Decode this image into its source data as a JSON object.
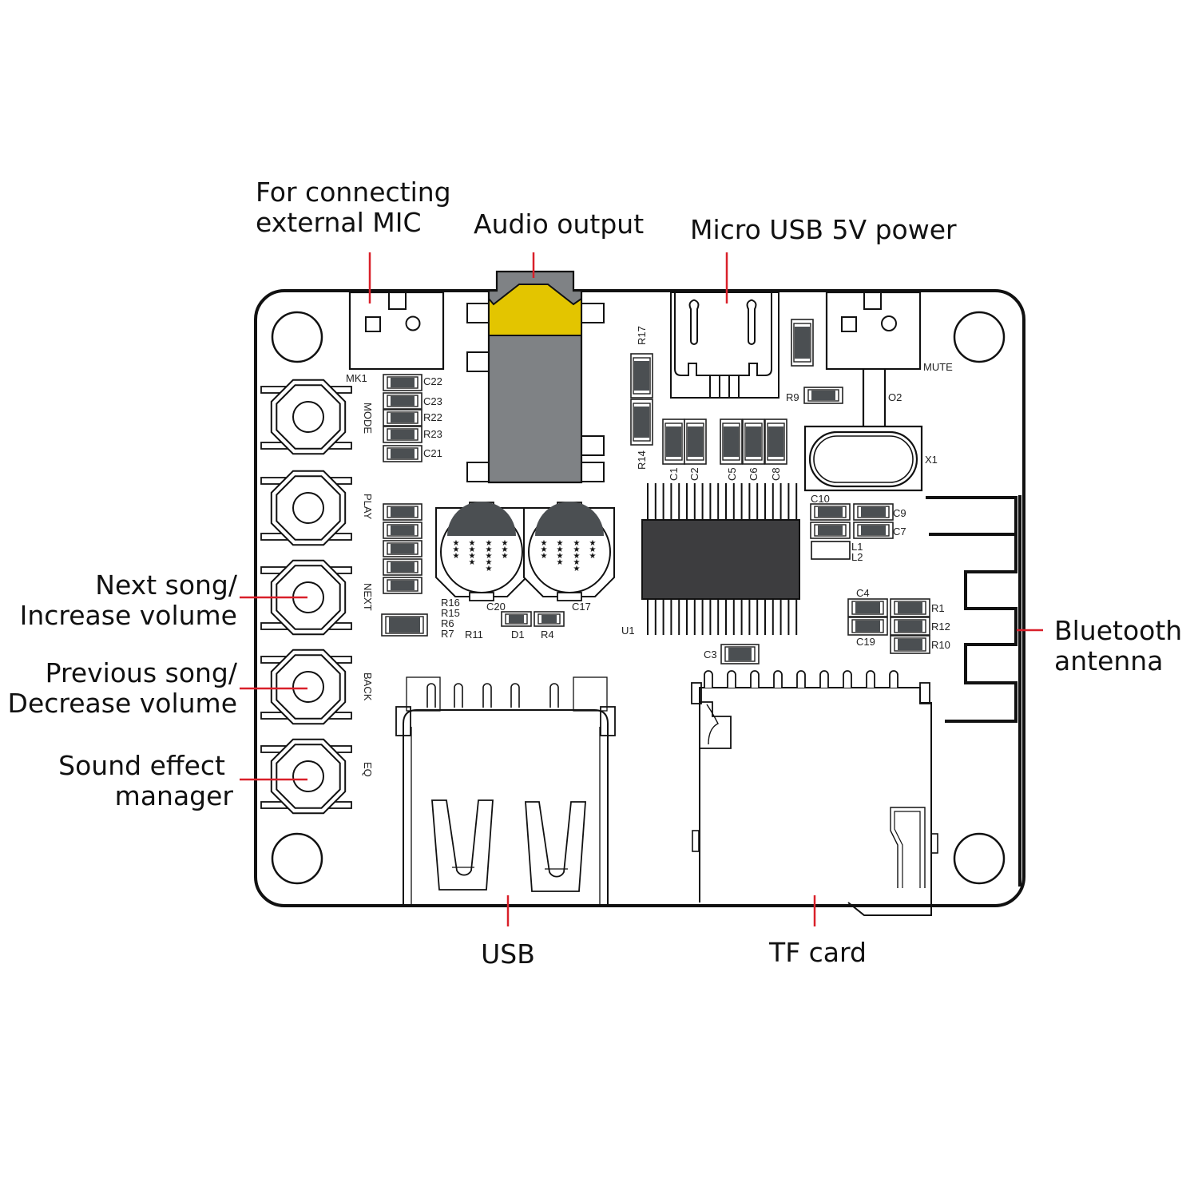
{
  "colors": {
    "callout_line": "#d9202a",
    "audio_jack_tip": "#e3c500",
    "audio_jack_body": "#7f8285",
    "component_fill": "#4b4f52",
    "chip_fill": "#3d3d3f",
    "outline": "#111111"
  },
  "callouts": {
    "mic": {
      "line1": "For connecting",
      "line2": "external MIC"
    },
    "audio": {
      "line1": "Audio output"
    },
    "power": {
      "line1": "Micro USB 5V power"
    },
    "next": {
      "line1": "Next song/",
      "line2": "Increase volume"
    },
    "back": {
      "line1": "Previous song/",
      "line2": "Decrease volume"
    },
    "eq": {
      "line1": "Sound effect",
      "line2": "manager"
    },
    "bluetooth": {
      "line1": "Bluetooth",
      "line2": "antenna"
    },
    "usb": {
      "line1": "USB"
    },
    "tf": {
      "line1": "TF card"
    }
  },
  "buttons": [
    {
      "label": "MODE"
    },
    {
      "label": "PLAY"
    },
    {
      "label": "NEXT"
    },
    {
      "label": "BACK"
    },
    {
      "label": "EQ"
    }
  ],
  "silkscreen": {
    "mk1": "MK1",
    "mute": "MUTE",
    "o2": "O2",
    "x1": "X1",
    "u1": "U1",
    "r9": "R9",
    "r17": "R17",
    "r14": "R14",
    "c1": "C1",
    "c2": "C2",
    "c5": "C5",
    "c6": "C6",
    "c8": "C8",
    "c22": "C22",
    "c23": "C23",
    "r22": "R22",
    "r23": "R23",
    "c21": "C21",
    "c10": "C10",
    "c9": "C9",
    "c7": "C7",
    "l1": "L1",
    "l2": "L2",
    "c4": "C4",
    "c19": "C19",
    "r1": "R1",
    "r12": "R12",
    "r10": "R10",
    "c3": "C3",
    "r16": "R16",
    "r15": "R15",
    "r6": "R6",
    "r7": "R7",
    "r11": "R11",
    "c20": "C20",
    "c17": "C17",
    "d1": "D1",
    "r4": "R4"
  }
}
